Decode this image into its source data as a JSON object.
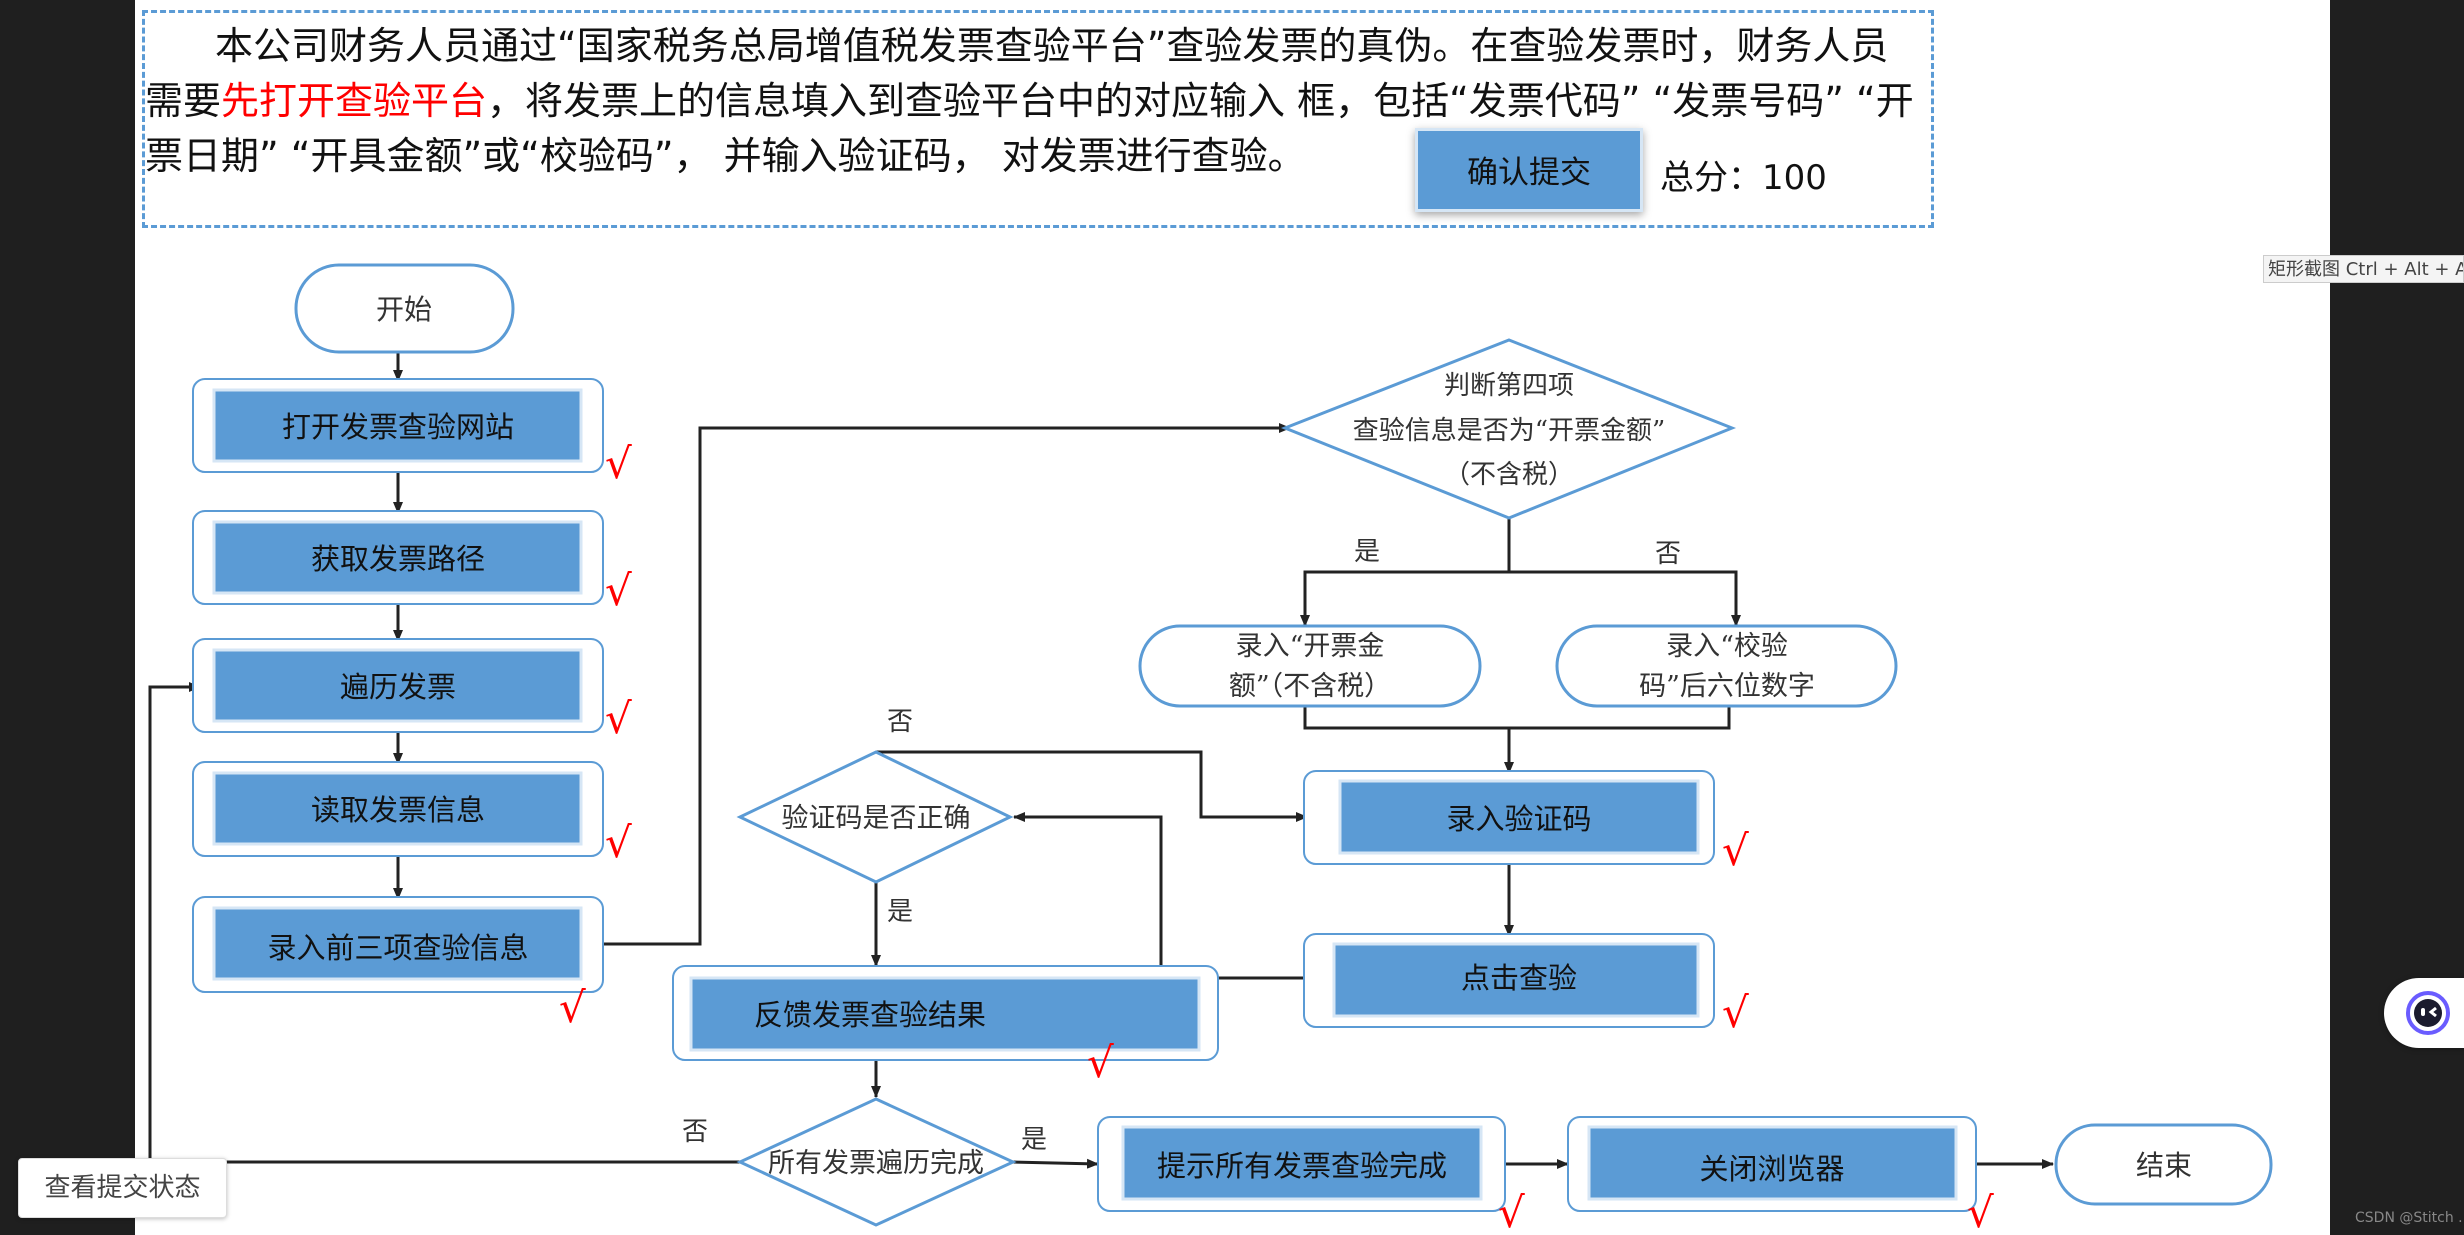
{
  "task": {
    "text_part1": "本公司财务人员通过“国家税务总局增值税发票查验平台”查验发票的真伪。在查验发票时，财务人员需要",
    "text_highlight": "先打开查验平台",
    "text_part2": "，将发票上的信息填入到查验平台中的对应输入 框，包括“发票代码” “发票号码” “开票日期” “开具金额”或“校验码”， 并输入验证码， 对发票进行查验。"
  },
  "submit_label": "确认提交",
  "total_score": "总分：100",
  "flow": {
    "start": "开始",
    "open_site": "打开发票查验网站",
    "get_path": "获取发票路径",
    "traverse": "遍历发票",
    "read_info": "读取发票信息",
    "enter_first_three": "录入前三项查验信息",
    "decision_fourth_l1": "判断第四项",
    "decision_fourth_l2": "查验信息是否为“开票金额”",
    "decision_fourth_l3": "（不含税）",
    "yes": "是",
    "no": "否",
    "enter_amount_l1": "录入“开票金",
    "enter_amount_l2": "额”（不含税）",
    "enter_check_l1": "录入“校验",
    "enter_check_l2": "码”后六位数字",
    "enter_captcha": "录入验证码",
    "click_check": "点击查验",
    "captcha_decision": "验证码是否正确",
    "feedback": "反馈发票查验结果",
    "all_done_decision": "所有发票遍历完成",
    "prompt_done": "提示所有发票查验完成",
    "close_browser": "关闭浏览器",
    "end": "结束",
    "check_mark": "√"
  },
  "view_status_label": "查看提交状态",
  "shortcut_tip": "矩形截图 Ctrl + Alt + A",
  "credit": "CSDN @Stitch .",
  "colors": {
    "node_fill": "#5b9bd5",
    "node_border": "#5b9bd5",
    "check_red": "#ff0000",
    "connector": "#222222"
  }
}
